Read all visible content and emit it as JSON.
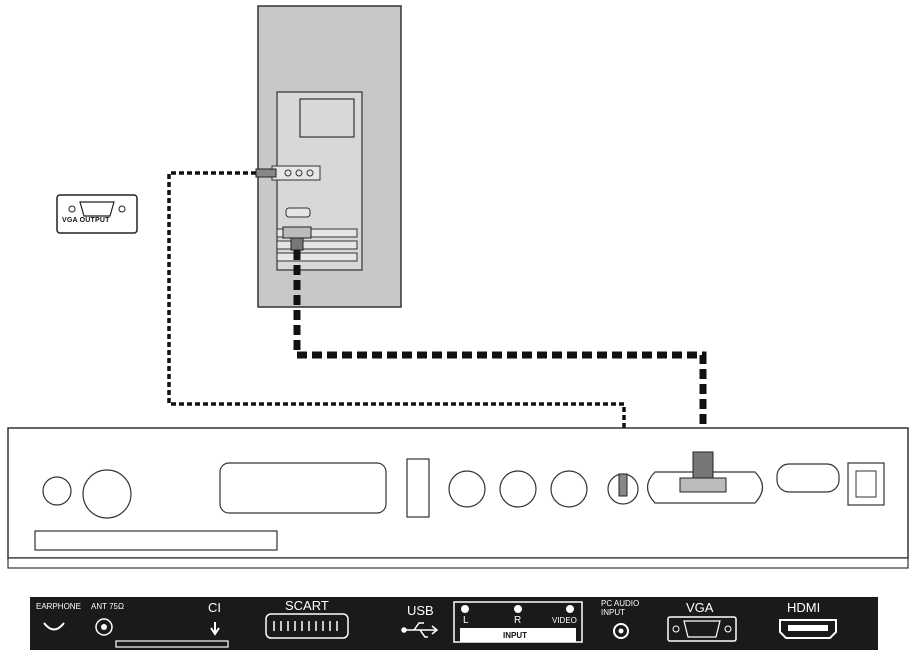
{
  "pc_port_label": "VGA OUTPUT",
  "panel_labels": {
    "earphone": "EARPHONE",
    "antenna": "ANT 75Ω",
    "ci": "CI",
    "scart": "SCART",
    "usb": "USB",
    "input_l": "L",
    "input_r": "R",
    "input_video": "VIDEO",
    "input_group": "INPUT",
    "pc_audio_line1": "PC AUDIO",
    "pc_audio_line2": "INPUT",
    "vga": "VGA",
    "hdmi": "HDMI"
  },
  "colors": {
    "pc_case": "#c8c8c8",
    "panel_strip": "#1a1a1a",
    "cable": "#111111"
  }
}
